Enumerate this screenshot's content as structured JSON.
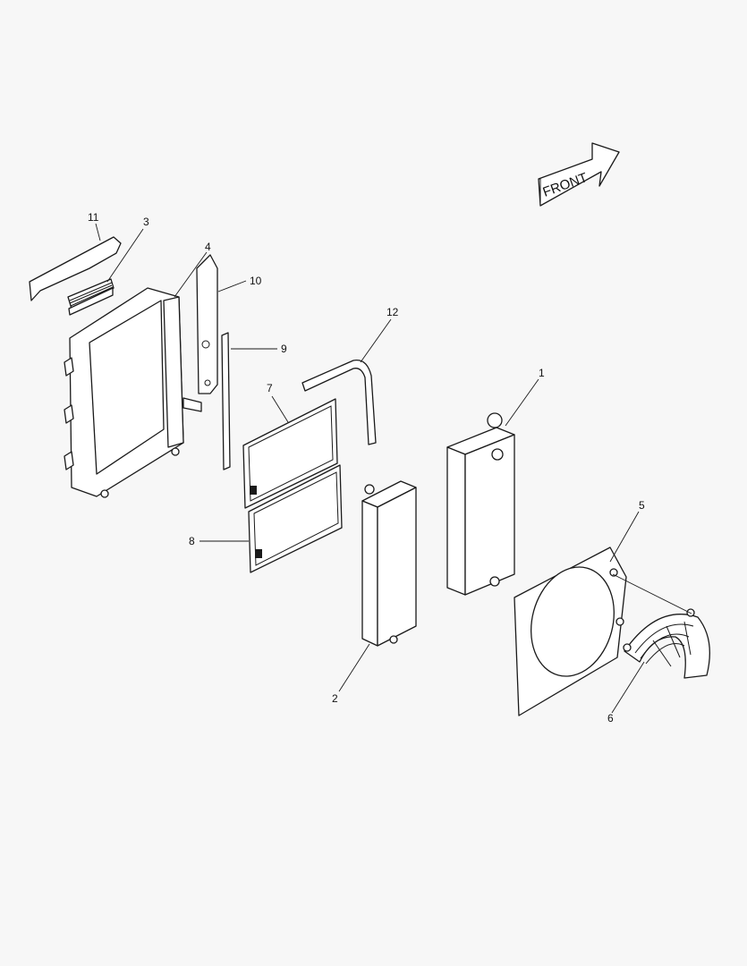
{
  "front_label": "FRONT",
  "callouts": [
    "1",
    "2",
    "3",
    "4",
    "5",
    "6",
    "7",
    "8",
    "9",
    "10",
    "11",
    "12"
  ],
  "colors": {
    "line": "#1a1a1a",
    "background": "#f7f7f7",
    "fill": "#ffffff"
  }
}
